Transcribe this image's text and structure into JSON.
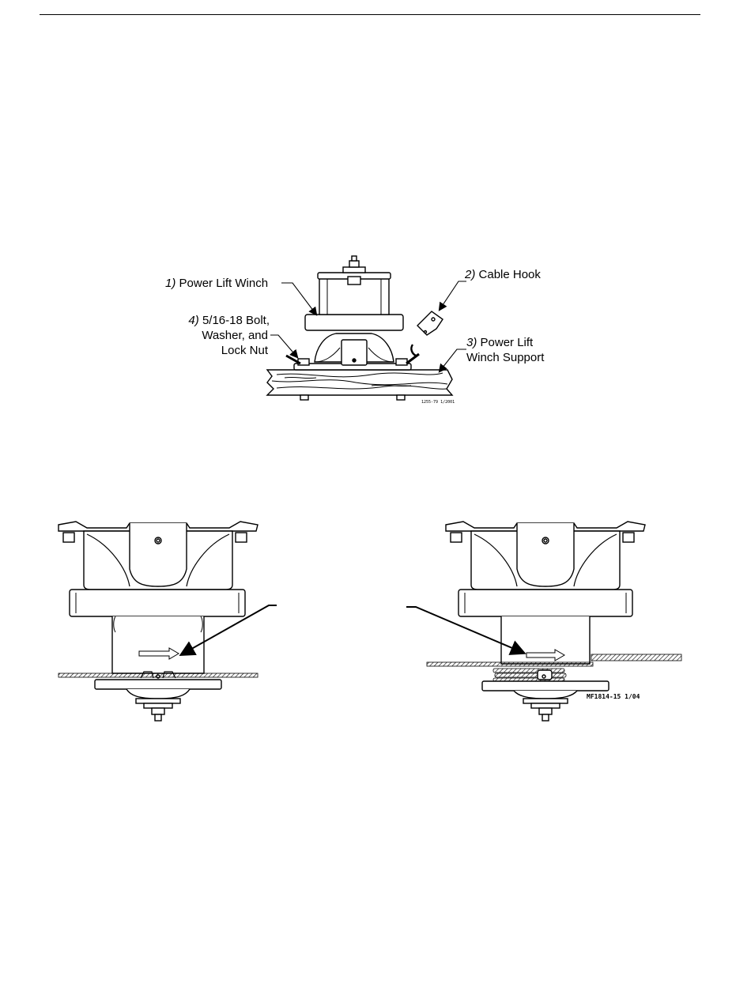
{
  "figure1": {
    "callouts": [
      {
        "num": "1)",
        "text": "Power Lift Winch"
      },
      {
        "num": "2)",
        "text": "Cable Hook"
      },
      {
        "num": "3)",
        "text": "Power Lift",
        "text2": "Winch Support"
      },
      {
        "num": "4)",
        "text": "5/16-18 Bolt,",
        "text2": "Washer, and",
        "text3": "Lock Nut"
      }
    ],
    "code": "1255-79 1/2001"
  },
  "figure2": {
    "code": "MF1814-15 1/04"
  }
}
